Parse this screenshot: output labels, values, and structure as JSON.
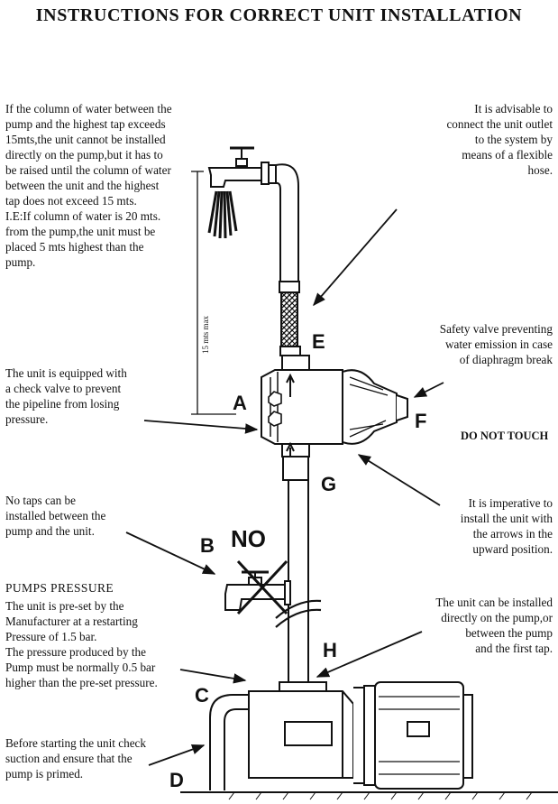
{
  "title": "INSTRUCTIONS FOR CORRECT UNIT INSTALLATION",
  "notes": {
    "column_height": "If the column of water between the\npump and the highest tap exceeds\n15mts,the unit cannot be installed\ndirectly on the pump,but it has to\nbe raised until the column of water\nbetween the unit and the highest\ntap does not exceed 15 mts.\nI.E:If column of water is 20 mts.\nfrom the pump,the unit must be\nplaced 5 mts highest than the\npump.",
    "flexible_hose": "It is advisable to\nconnect the unit outlet\nto the system by\nmeans of a flexible\nhose.",
    "safety_valve": "Safety valve preventing\nwater emission in case\nof diaphragm break",
    "do_not_touch": "DO NOT TOUCH",
    "check_valve": "The unit is equipped with\na check valve to prevent\nthe pipeline from losing\npressure.",
    "no_taps": "No taps can be\ninstalled between the\npump and the unit.",
    "arrows_up": "It is imperative to\ninstall the unit with\nthe arrows in the\nupward position.",
    "pumps_pressure_heading": "PUMPS PRESSURE",
    "pumps_pressure": "The unit is pre-set by the\nManufacturer at a restarting\nPressure of 1.5 bar.\nThe pressure produced by the\nPump must be normally 0.5 bar\nhigher than the pre-set pressure.",
    "install_location": "The unit can be installed\ndirectly on the pump,or\nbetween the pump\nand the first tap.",
    "priming": "Before starting the unit check\nsuction and ensure that the\npump is primed."
  },
  "labels": {
    "A": "A",
    "B": "B",
    "C": "C",
    "D": "D",
    "E": "E",
    "F": "F",
    "G": "G",
    "H": "H",
    "no": "NO",
    "height_dimension": "15 mts max"
  }
}
